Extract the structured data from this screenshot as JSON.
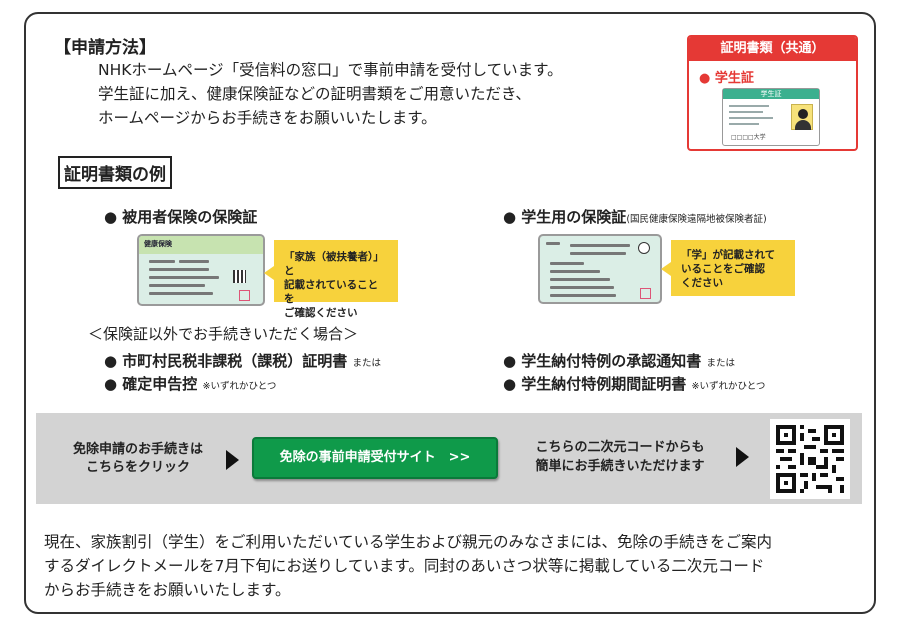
{
  "method": {
    "title": "【申請方法】",
    "lines": [
      "NHKホームページ「受信料の窓口」で事前申請を受付しています。",
      "学生証に加え、健康保険証などの証明書類をご用意いただき、",
      "ホームページからお手続きをお願いいたします。"
    ]
  },
  "id_box": {
    "header": "証明書類（共通）",
    "item": "● 学生証",
    "card_title": "学生証",
    "card_univ": "□□□□大学",
    "accent_color": "#e53935"
  },
  "examples": {
    "title": "証明書類の例",
    "employee_insurance": {
      "heading": "● 被用者保険の保険証",
      "card_title": "健康保険",
      "callout": [
        "「家族（被扶養者）」と",
        "記載されていることを",
        "ご確認ください"
      ]
    },
    "student_insurance": {
      "heading": "● 学生用の保険証",
      "heading_note": "(国民健康保険遠隔地被保険者証)",
      "callout": [
        "「学」が記載されて",
        "いることをご確認",
        "ください"
      ]
    },
    "other": {
      "title": "＜保険証以外でお手続きいただく場合＞",
      "left_items": [
        {
          "label": "● 市町村民税非課税（課税）証明書",
          "note": "または"
        },
        {
          "label": "● 確定申告控",
          "note": "※いずれかひとつ"
        }
      ],
      "right_items": [
        {
          "label": "● 学生納付特例の承認通知書",
          "note": "または"
        },
        {
          "label": "● 学生納付特例期間証明書",
          "note": "※いずれかひとつ"
        }
      ]
    }
  },
  "action": {
    "left_text": [
      "免除申請のお手続きは",
      "こちらをクリック"
    ],
    "button_label": "免除の事前申請受付サイト　>>",
    "right_text": [
      "こちらの二次元コードからも",
      "簡単にお手続きいただけます"
    ],
    "button_color": "#0f9a4a"
  },
  "footer": {
    "lines": [
      "現在、家族割引（学生）をご利用いただいている学生および親元のみなさまには、免除の手続きをご案内",
      "するダイレクトメールを7月下旬にお送りしています。同封のあいさつ状等に掲載している二次元コード",
      "からお手続きをお願いいたします。"
    ]
  }
}
